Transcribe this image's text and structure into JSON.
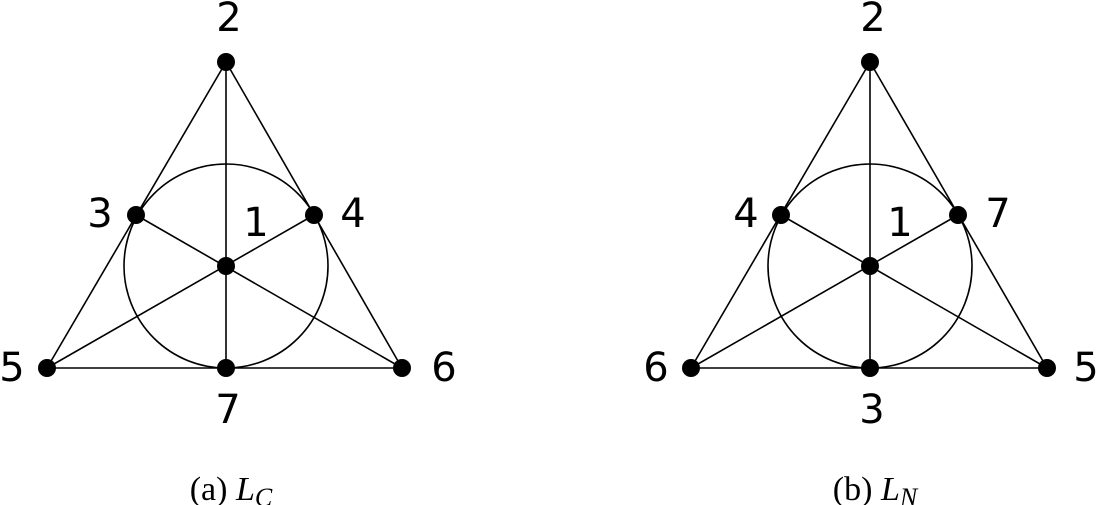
{
  "figures": [
    {
      "id": "a",
      "caption_prefix": "(a) ",
      "caption_symbol": "L",
      "caption_sub": "C",
      "labels": {
        "top": "2",
        "upper_left": "3",
        "upper_right": "4",
        "center": "1",
        "bottom_left": "5",
        "bottom_right": "6",
        "bottom_mid": "7"
      }
    },
    {
      "id": "b",
      "caption_prefix": "(b) ",
      "caption_symbol": "L",
      "caption_sub": "N",
      "labels": {
        "top": "2",
        "upper_left": "4",
        "upper_right": "7",
        "center": "1",
        "bottom_left": "6",
        "bottom_right": "5",
        "bottom_mid": "3"
      }
    }
  ]
}
